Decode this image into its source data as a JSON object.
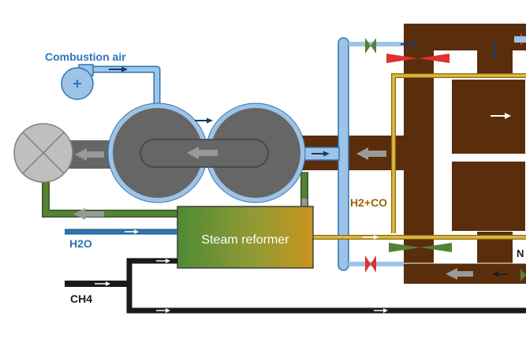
{
  "labels": {
    "combustion_air": "Combustion air",
    "steam_reformer": "Steam reformer",
    "h2o": "H2O",
    "ch4": "CH4",
    "h2_co": "H2+CO",
    "n_partial": "N"
  },
  "colors": {
    "air_blue": "#9dc3e6",
    "air_outline": "#2e75b6",
    "dark_arrow": "#1f3864",
    "exhaust_brown": "#5a2d0c",
    "vessel_gray": "#666666",
    "vessel_dark": "#4d4d4d",
    "return_green": "#548235",
    "syngas_gold": "#bf9000",
    "valve_green": "#548235",
    "valve_red": "#e03030",
    "water_blue": "#2e75b6",
    "methane_black": "#1a1a1a",
    "label_blue": "#2e75b6",
    "label_gold": "#9c6500"
  },
  "icons": {
    "blower": "fan-icon",
    "mixer": "cross-circle-icon",
    "valves": "bowtie-valve-icon"
  }
}
